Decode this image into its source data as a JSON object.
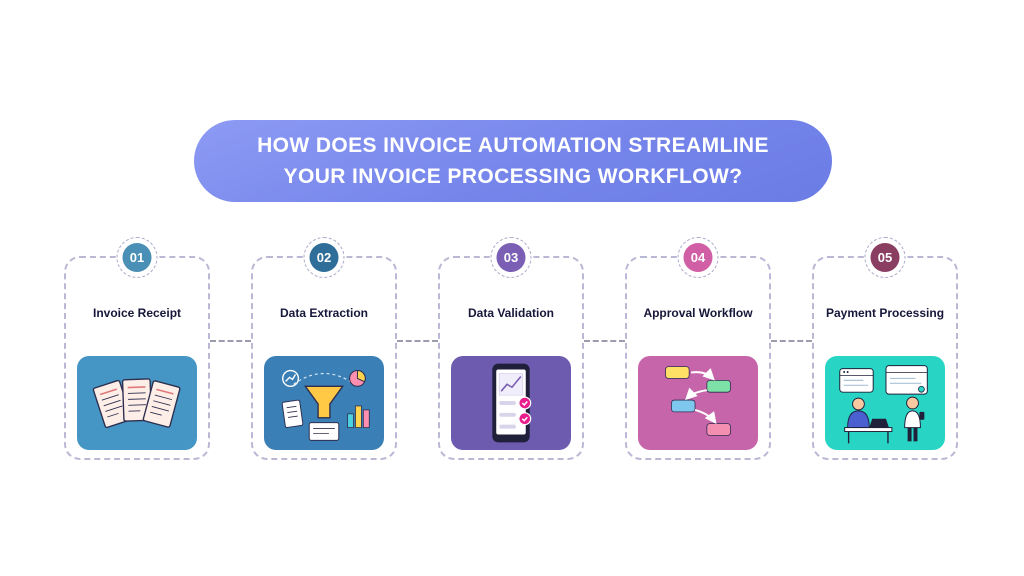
{
  "header": {
    "title_line1": "HOW DOES INVOICE AUTOMATION STREAMLINE",
    "title_line2": "YOUR INVOICE PROCESSING WORKFLOW?",
    "background_color": "#7c8cec",
    "text_color": "#ffffff"
  },
  "steps": [
    {
      "number": "01",
      "label": "Invoice Receipt",
      "badge_color": "#4a8fb5",
      "panel_color": "#4596c4",
      "illustration": "invoice-papers-icon"
    },
    {
      "number": "02",
      "label": "Data Extraction",
      "badge_color": "#2f6e99",
      "panel_color": "#3a7fb5",
      "illustration": "data-funnel-icon"
    },
    {
      "number": "03",
      "label": "Data Validation",
      "badge_color": "#7a5fb5",
      "panel_color": "#6d5bb0",
      "illustration": "phone-checklist-icon"
    },
    {
      "number": "04",
      "label": "Approval Workflow",
      "badge_color": "#d05fa5",
      "panel_color": "#c765ab",
      "illustration": "flowchart-icon"
    },
    {
      "number": "05",
      "label": "Payment Processing",
      "badge_color": "#8a3f62",
      "panel_color": "#28d5c5",
      "illustration": "payment-team-icon"
    }
  ]
}
